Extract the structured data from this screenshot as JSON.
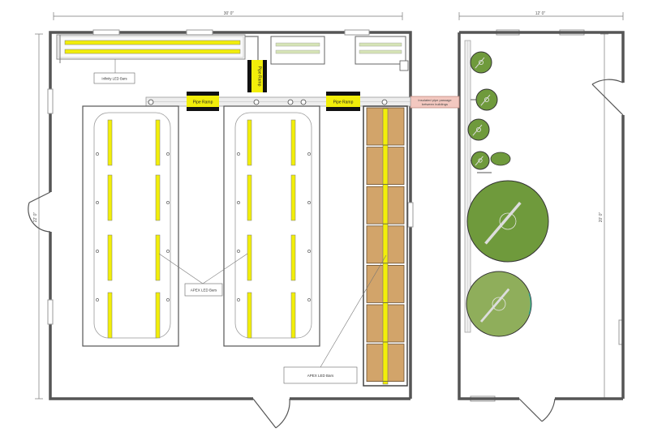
{
  "dimensions": {
    "left_width": "30' 0\"",
    "right_width": "12' 0\"",
    "left_height": "22' 0\"",
    "right_height": "20' 0\""
  },
  "labels": {
    "infinity_callout": "Infinity LED Bars",
    "apex_callout_1": "APEX LED Bars",
    "apex_callout_2": "APEX LED Bars",
    "pipe_ramp": "Pipe Ramp",
    "insulated_passage_line1": "Insulated pipe passage",
    "insulated_passage_line2": "between buildings"
  },
  "colors": {
    "wall": "#555555",
    "led_yellow": "#f2ee0a",
    "tank_green": "#6f9a3c",
    "tank_green_light": "#8fae5b",
    "shelf_tan": "#d2a46a",
    "pipe_fill": "#eeeeee",
    "passage_fill": "#f3c8c0"
  }
}
